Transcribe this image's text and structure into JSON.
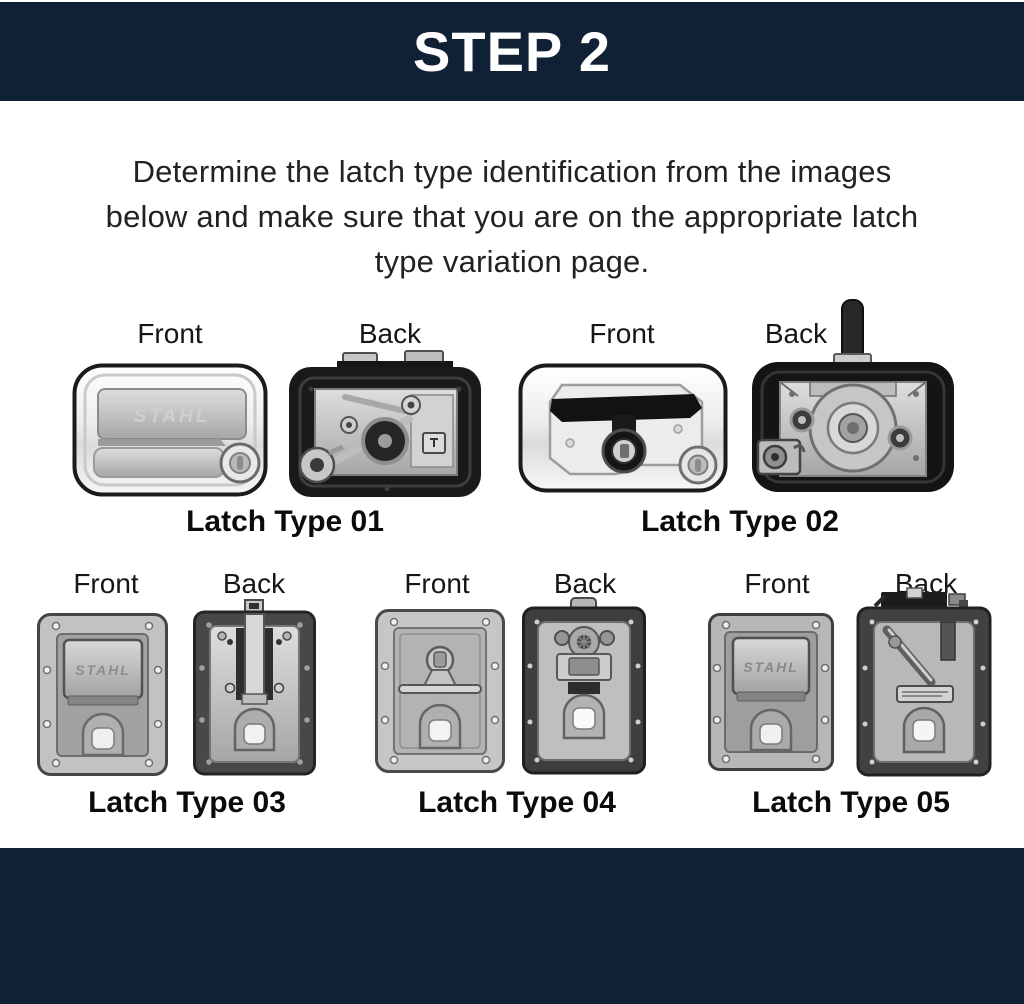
{
  "colors": {
    "navy": "#102136",
    "body_text": "#222222"
  },
  "header": {
    "title": "STEP 2"
  },
  "intro": {
    "text": "Determine the latch type identification from the images\nbelow and make sure that you are on the appropriate latch\ntype variation page."
  },
  "brand": "STAHL",
  "latches": [
    {
      "id": "01",
      "front_label": "Front",
      "back_label": "Back",
      "caption": "Latch Type 01"
    },
    {
      "id": "02",
      "front_label": "Front",
      "back_label": "Back",
      "caption": "Latch Type 02"
    },
    {
      "id": "03",
      "front_label": "Front",
      "back_label": "Back",
      "caption": "Latch Type 03"
    },
    {
      "id": "04",
      "front_label": "Front",
      "back_label": "Back",
      "caption": "Latch Type 04"
    },
    {
      "id": "05",
      "front_label": "Front",
      "back_label": "Back",
      "caption": "Latch Type 05"
    }
  ]
}
